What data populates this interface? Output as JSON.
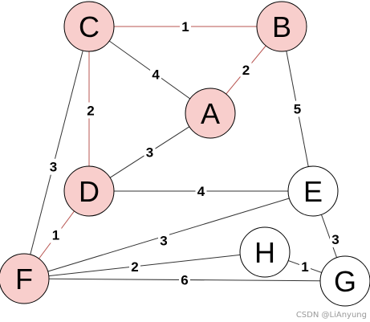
{
  "graph": {
    "nodes": [
      {
        "id": "C",
        "label": "C",
        "highlighted": true
      },
      {
        "id": "B",
        "label": "B",
        "highlighted": true
      },
      {
        "id": "A",
        "label": "A",
        "highlighted": true
      },
      {
        "id": "D",
        "label": "D",
        "highlighted": true
      },
      {
        "id": "E",
        "label": "E",
        "highlighted": false
      },
      {
        "id": "F",
        "label": "F",
        "highlighted": true
      },
      {
        "id": "H",
        "label": "H",
        "highlighted": false
      },
      {
        "id": "G",
        "label": "G",
        "highlighted": false
      }
    ],
    "edges": [
      {
        "id": "C-B",
        "from": "C",
        "to": "B",
        "weight": "1",
        "highlighted": true
      },
      {
        "id": "C-A",
        "from": "C",
        "to": "A",
        "weight": "4",
        "highlighted": false
      },
      {
        "id": "B-A",
        "from": "B",
        "to": "A",
        "weight": "2",
        "highlighted": true
      },
      {
        "id": "C-D",
        "from": "C",
        "to": "D",
        "weight": "2",
        "highlighted": true
      },
      {
        "id": "C-F",
        "from": "C",
        "to": "F",
        "weight": "3",
        "highlighted": false
      },
      {
        "id": "B-E",
        "from": "B",
        "to": "E",
        "weight": "5",
        "highlighted": false
      },
      {
        "id": "A-D",
        "from": "A",
        "to": "D",
        "weight": "3",
        "highlighted": false
      },
      {
        "id": "D-E",
        "from": "D",
        "to": "E",
        "weight": "4",
        "highlighted": false
      },
      {
        "id": "D-F",
        "from": "D",
        "to": "F",
        "weight": "1",
        "highlighted": true
      },
      {
        "id": "F-E",
        "from": "F",
        "to": "E",
        "weight": "3",
        "highlighted": false
      },
      {
        "id": "F-H",
        "from": "F",
        "to": "H",
        "weight": "2",
        "highlighted": false
      },
      {
        "id": "H-G",
        "from": "H",
        "to": "G",
        "weight": "1",
        "highlighted": false
      },
      {
        "id": "E-G",
        "from": "E",
        "to": "G",
        "weight": "3",
        "highlighted": false
      },
      {
        "id": "F-G",
        "from": "F",
        "to": "G",
        "weight": "6",
        "highlighted": false
      }
    ]
  },
  "colors": {
    "highlight_fill": "#f8cecc",
    "highlight_edge": "#b85450",
    "normal_edge": "#333333",
    "normal_fill": "#ffffff",
    "stroke": "#000000"
  },
  "watermark": "CSDN @LiAnyung"
}
